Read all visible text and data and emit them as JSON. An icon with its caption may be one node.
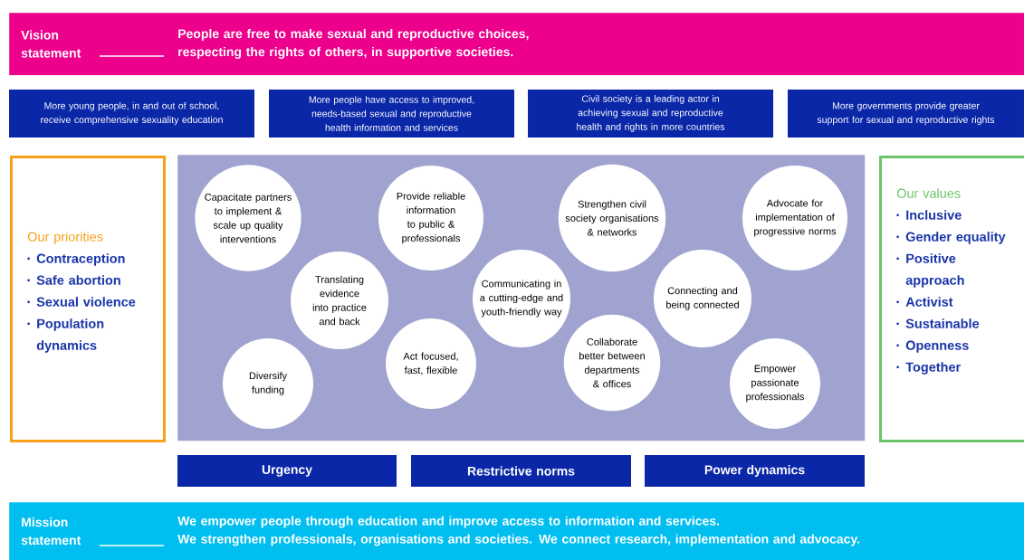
{
  "diagram": {
    "nodes": [
      {
        "text": [
          "Vision statement",
          "People are free to make sexual and reproductive choices, respecting the rights of others, in supportive societies."
        ]
      },
      {
        "text": [
          "More young people, in and out of school, receive comprehensive sexuality education"
        ]
      },
      {
        "text": [
          "More people have access to improved, needs-based sexual and reproductive health information and services"
        ]
      },
      {
        "text": [
          "Civil society is a leading actor in achieving sexual and reproductive health and rights in more countries"
        ]
      },
      {
        "text": [
          "More governments provide greater support for sexual and reproductive rights"
        ]
      },
      {
        "text": [
          "Our priorities",
          "Contraception",
          "Safe abortion",
          "Sexual violence",
          "Population dynamics"
        ]
      },
      {
        "text": [],
        "shape": "box"
      },
      {
        "text": [
          "Capacitate partners to implement & scale up quality interventions"
        ],
        "in": 6
      },
      {
        "text": [
          "Provide reliable information to public & professionals"
        ],
        "in": 6
      },
      {
        "text": [
          "Strengthen civil society organisations & networks"
        ],
        "in": 6
      },
      {
        "text": [
          "Advocate for implementation of progressive norms"
        ],
        "in": 6
      },
      {
        "text": [
          "Translating evidence into practice and back"
        ],
        "in": 6
      },
      {
        "text": [
          "Communicating in a cutting-edge and youth-friendly way"
        ],
        "in": 6
      },
      {
        "text": [
          "Connecting and being connected"
        ],
        "in": 6
      },
      {
        "text": [
          "Diversify funding"
        ],
        "in": 6
      },
      {
        "text": [
          "Act focused, fast, flexible"
        ],
        "in": 6
      },
      {
        "text": [
          "Collaborate better between departments & offices"
        ],
        "in": 6
      },
      {
        "text": [
          "Empower passionate professionals"
        ],
        "in": 6
      },
      {
        "text": [
          "Our values",
          "Inclusive",
          "Gender equality",
          "Positive approach",
          "Activist",
          "Sustainable",
          "Openness",
          "Together"
        ]
      },
      {
        "text": [
          "Urgency"
        ]
      },
      {
        "text": [
          "Restrictive norms"
        ]
      },
      {
        "text": [
          "Power dynamics"
        ]
      },
      {
        "text": [
          "Mission statement",
          "We empower people through education and improve access to information and services.",
          "We strengthen professionals, organisations and societies. We connect research, implementation and advocacy."
        ]
      }
    ]
  }
}
